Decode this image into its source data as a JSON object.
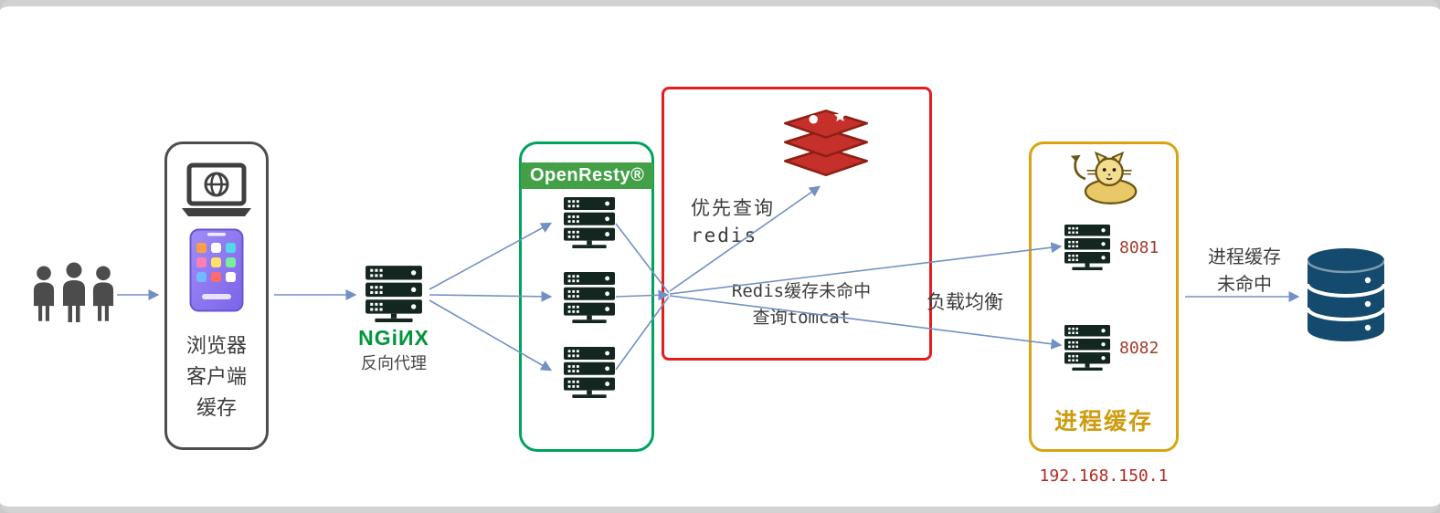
{
  "colors": {
    "arrow": "#7290c4",
    "server_dark": "#142620",
    "people_gray": "#4c4c4c",
    "laptop_gray": "#3f3f3f",
    "phone_purple": "#8d79f0",
    "client_border": "#4d4d4d",
    "nginx_green": "#009639",
    "openresty_border": "#00a35c",
    "openresty_badge_bg": "#43a047",
    "openresty_badge_text": "#ffffff",
    "redis_box_border": "#e41e1e",
    "redis_red": "#c6302b",
    "redis_dark_red": "#8e1f15",
    "tomcat_border": "#d8a413",
    "tomcat_label": "#cf9c10",
    "port_text": "#a23b2d",
    "ip_text": "#b22a22",
    "db_blue": "#134a6e",
    "text_dark": "#3c3c3c"
  },
  "icons": {
    "users": "users-icon",
    "laptop": "laptop-globe-icon",
    "smartphone": "smartphone-icon",
    "server": "server-rack-icon",
    "redis": "redis-logo",
    "tomcat": "tomcat-cat-logo",
    "database": "database-cylinder-icon"
  },
  "nodes": {
    "client_box": {
      "label": "浏览器\n客户端\n缓存"
    },
    "nginx": {
      "logo_text": "NGiИX",
      "sublabel": "反向代理"
    },
    "openresty_box": {
      "badge": "OpenResty®",
      "server_count": 3
    },
    "redis_box": {
      "priority_label": "优先查询\nredis",
      "miss_label": "Redis缓存未命中\n查询tomcat"
    },
    "load_balance_label": "负载均衡",
    "tomcat_box": {
      "servers": [
        {
          "port": "8081"
        },
        {
          "port": "8082"
        }
      ],
      "label": "进程缓存",
      "ip": "192.168.150.1"
    },
    "database": {
      "miss_label": "进程缓存\n未命中"
    }
  }
}
